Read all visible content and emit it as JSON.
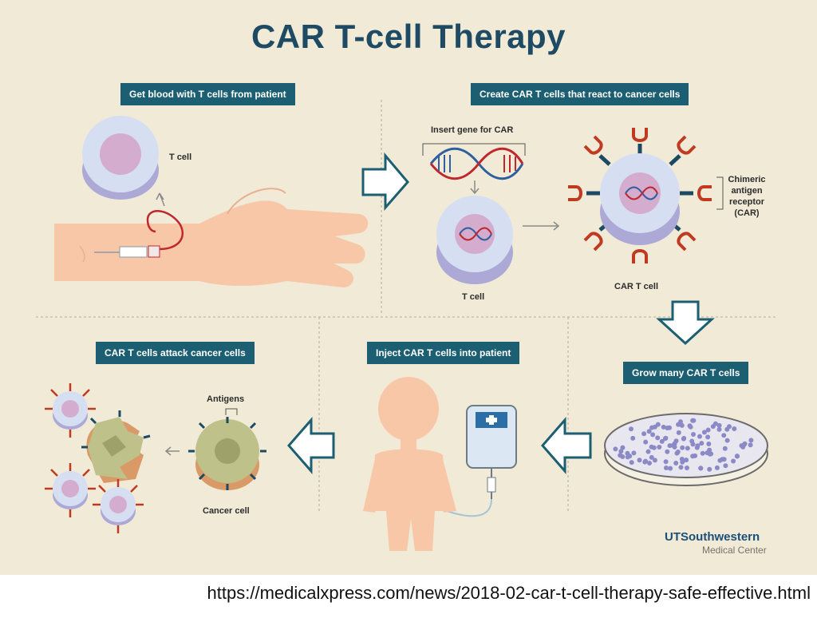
{
  "title": "CAR T-cell Therapy",
  "steps": {
    "get_blood": "Get blood with T cells from patient",
    "create_car": "Create CAR T cells that react to cancer cells",
    "grow": "Grow many CAR T cells",
    "inject": "Inject CAR T cells into patient",
    "attack": "CAR T cells attack cancer cells"
  },
  "labels": {
    "t_cell_top": "T cell",
    "insert_gene": "Insert gene for CAR",
    "t_cell_middle": "T cell",
    "chimeric": [
      "Chimeric",
      "antigen",
      "receptor",
      "(CAR)"
    ],
    "car_t_cell": "CAR T cell",
    "antigens": "Antigens",
    "cancer_cell": "Cancer cell"
  },
  "brand": {
    "ut": "UTSouthwestern",
    "medical_center": "Medical Center"
  },
  "source_url": "https://medicalxpress.com/news/2018-02-car-t-cell-therapy-safe-effective.html",
  "colors": {
    "background": "#f0ead7",
    "title": "#1e4a63",
    "label_box": "#1c5f72",
    "cell_base": "#aca9d6",
    "cell_body": "#d6dff1",
    "nucleus": "#d4acce",
    "receptor": "#c03a22",
    "cancer": "#bfc18a",
    "skin": "#f7c7a8"
  }
}
